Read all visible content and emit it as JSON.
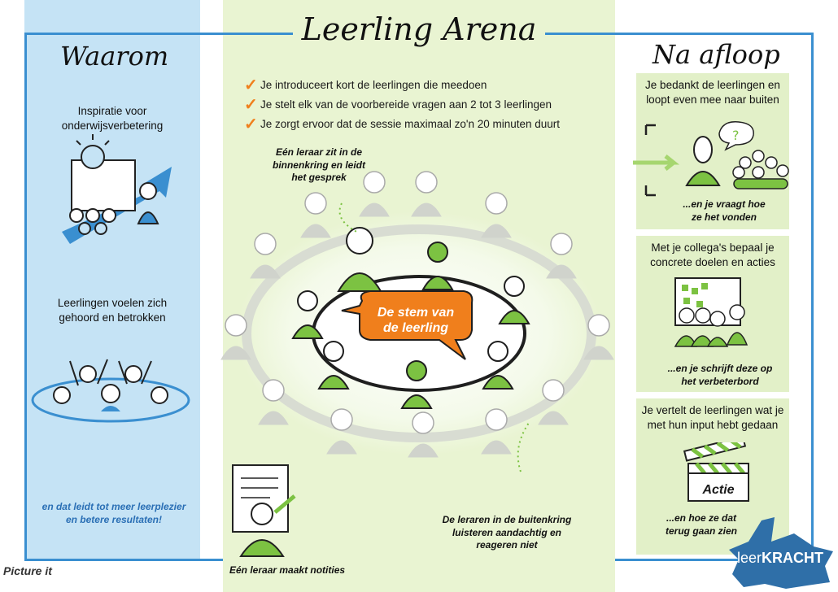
{
  "title": "Leerling Arena",
  "left": {
    "title": "Waarom",
    "item1": [
      "Inspiratie voor",
      "onderwijsverbetering"
    ],
    "item2": [
      "Leerlingen voelen zich",
      "gehoord en betrokken"
    ],
    "footer": [
      "en dat leidt tot meer leerplezier",
      "en betere resultaten!"
    ]
  },
  "middle": {
    "checks": [
      "Je introduceert kort de leerlingen die meedoen",
      "Je stelt elk van de voorbereide vragen aan 2 tot 3 leerlingen",
      "Je zorgt ervoor dat de sessie maximaal zo'n 20 minuten duurt"
    ],
    "note_inner": [
      "Eén leraar zit in de",
      "binnenkring en leidt",
      "het gesprek"
    ],
    "speech": [
      "De stem van",
      "de leerling"
    ],
    "note_outer": [
      "De leraren in de buitenkring",
      "luisteren aandachtig en",
      "reageren niet"
    ],
    "note_notes": "Eén leraar maakt notities"
  },
  "right": {
    "title": "Na afloop",
    "box1": [
      "Je bedankt de leerlingen en",
      "loopt even mee naar buiten"
    ],
    "box1_note": [
      "...en je vraagt hoe",
      "ze het vonden"
    ],
    "box2": [
      "Met je collega's bepaal je",
      "concrete doelen en acties"
    ],
    "box2_note": [
      "...en je schrijft deze op",
      "het verbeterbord"
    ],
    "box3": [
      "Je vertelt de leerlingen wat je",
      "met hun input hebt gedaan"
    ],
    "clapper_label": "Actie",
    "box3_note": [
      "...en hoe ze dat",
      "terug gaan zien"
    ]
  },
  "logos": {
    "left": "Picture it",
    "right_a": "leer",
    "right_b": "KRACHT"
  },
  "colors": {
    "green": "#7cc242",
    "orange": "#f07f1c",
    "blue": "#3a8fd0",
    "grey_figure": "#d0d3cc"
  }
}
